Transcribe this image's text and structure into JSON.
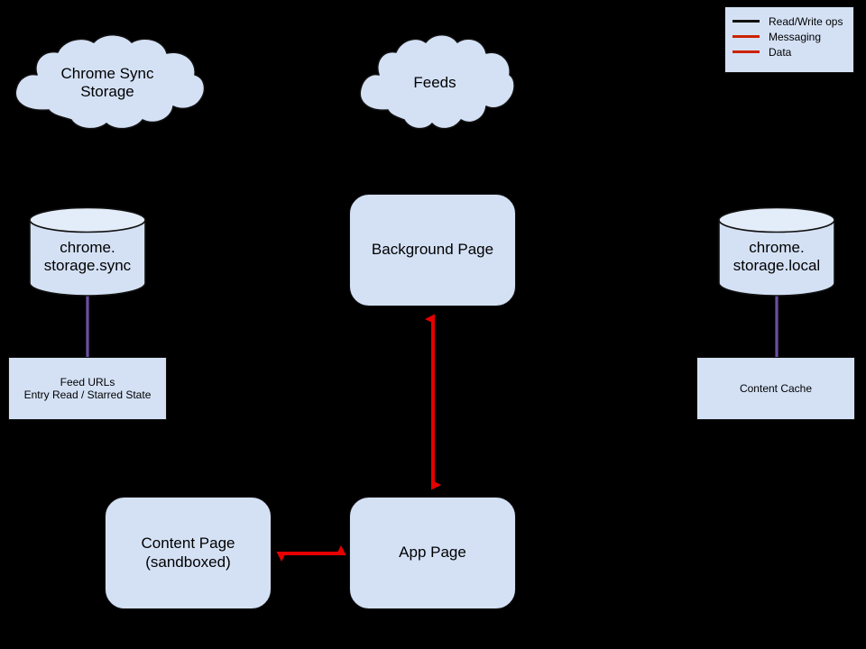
{
  "diagram": {
    "background_color": "#000000",
    "shape_fill": "#d4e1f5",
    "shape_fill_light": "#e3ecf9",
    "shape_stroke": "#111111",
    "messaging_color": "#e60000",
    "data_color": "#6a4fa3",
    "readwrite_color": "#111111"
  },
  "clouds": [
    {
      "id": "chrome-sync-storage",
      "label": "Chrome Sync\nStorage"
    },
    {
      "id": "feeds",
      "label": "Feeds"
    }
  ],
  "cylinders": [
    {
      "id": "storage-sync",
      "label": "chrome.\nstorage.sync"
    },
    {
      "id": "storage-local",
      "label": "chrome.\nstorage.local"
    }
  ],
  "rounded_boxes": [
    {
      "id": "background-page",
      "label": "Background Page"
    },
    {
      "id": "content-page",
      "label": "Content Page\n(sandboxed)"
    },
    {
      "id": "app-page",
      "label": "App Page"
    }
  ],
  "rect_boxes": [
    {
      "id": "feed-urls",
      "label": "Feed URLs\nEntry Read / Starred State"
    },
    {
      "id": "content-cache",
      "label": "Content Cache"
    }
  ],
  "legend": {
    "items": [
      {
        "label": "Read/Write ops",
        "color": "#111111"
      },
      {
        "label": "Messaging",
        "color": "#cc2200"
      },
      {
        "label": "Data",
        "color": "#cc2200"
      }
    ]
  }
}
